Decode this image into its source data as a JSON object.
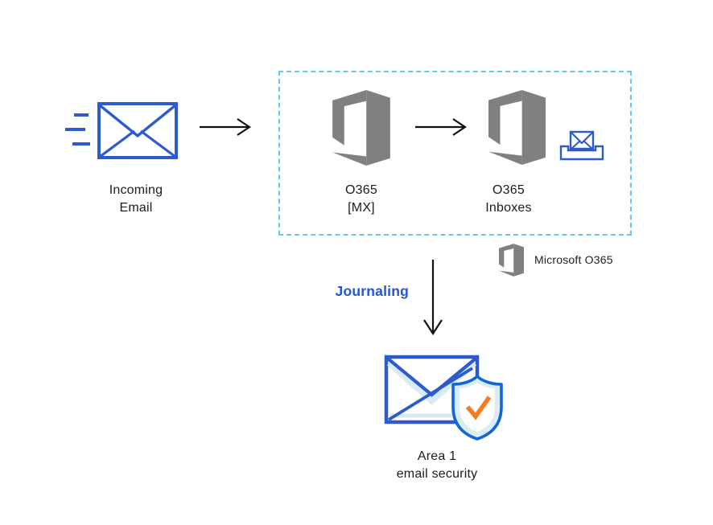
{
  "diagram": {
    "nodes": {
      "incoming_email": {
        "line1": "Incoming",
        "line2": "Email"
      },
      "o365_mx": {
        "line1": "O365",
        "line2": "[MX]"
      },
      "o365_inboxes": {
        "line1": "O365",
        "line2": "Inboxes"
      },
      "area1": {
        "line1": "Area 1",
        "line2": "email security"
      }
    },
    "flow_label": "Journaling",
    "legend": {
      "label": "Microsoft O365"
    },
    "icons": {
      "incoming_email": "envelope-with-speed-lines-icon",
      "o365": "office365-logo-icon",
      "inboxes": "inbox-tray-envelope-icon",
      "area1": "envelope-shield-check-icon",
      "flow": [
        "arrow-right-icon",
        "arrow-down-icon"
      ]
    },
    "colors": {
      "envelope_blue": "#2d5bcd",
      "shield_blue": "#1266d3",
      "pale_blue_fill": "#d7eaf6",
      "office_gray": "#808080",
      "dashed_border": "#62c9ec",
      "journaling_blue": "#2357cb",
      "check_orange": "#f47b20",
      "arrow_black": "#111111"
    }
  }
}
